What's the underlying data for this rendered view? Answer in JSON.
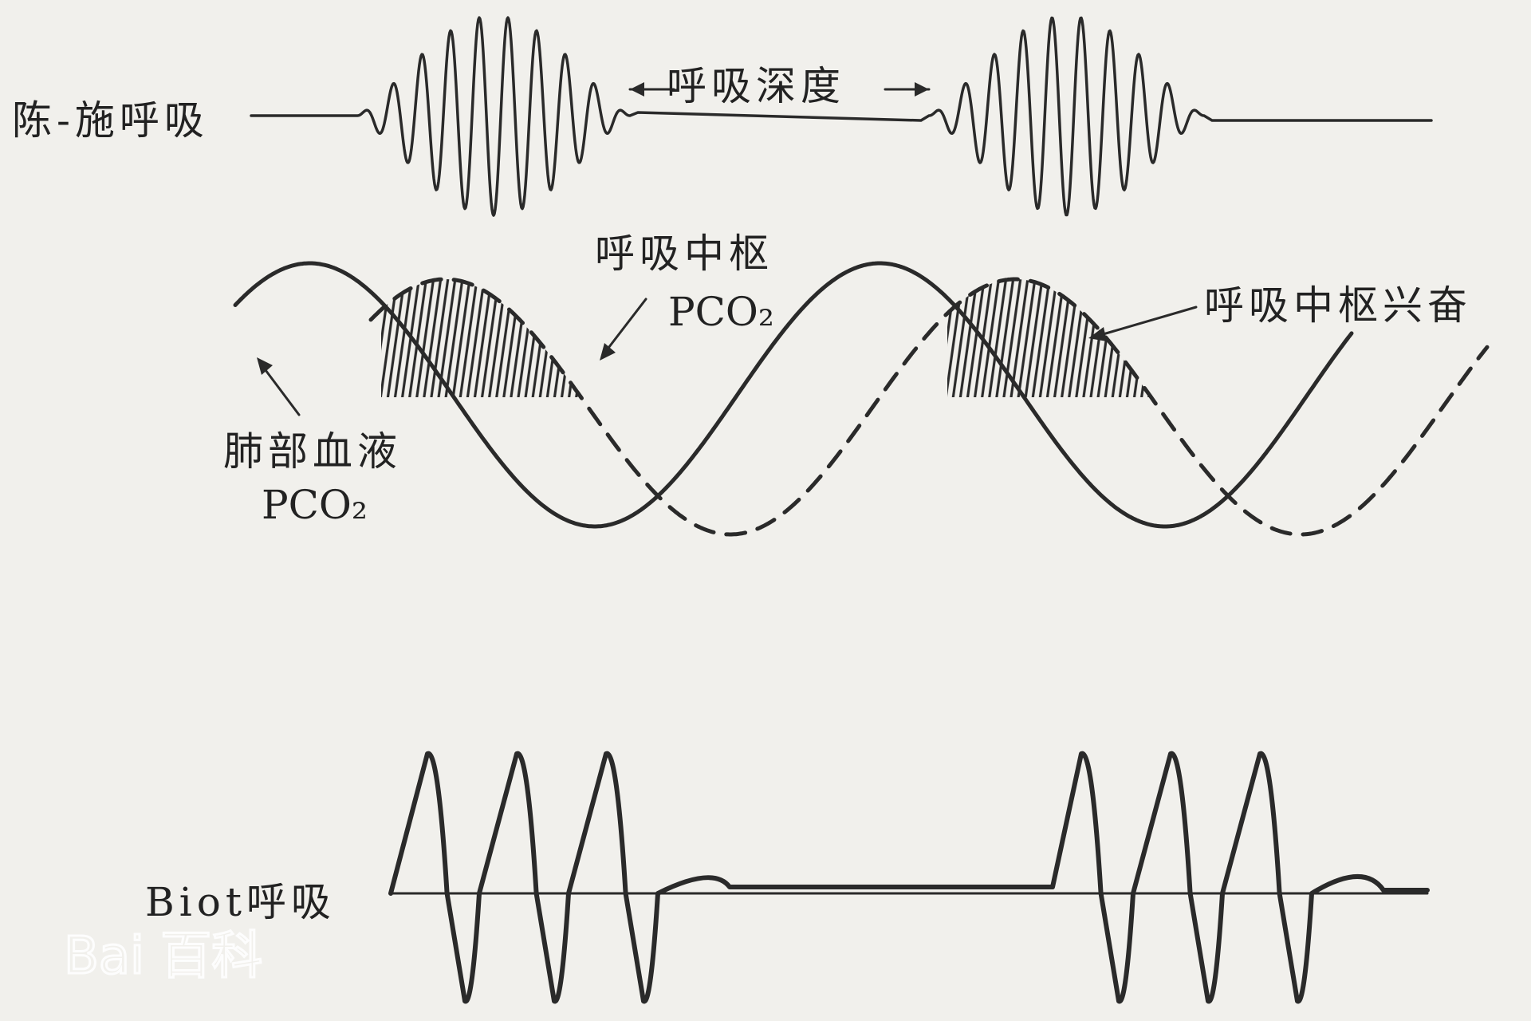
{
  "labels": {
    "cheyne_stokes": "陈-施呼吸",
    "breathing_depth": "呼吸深度",
    "center_pco2_line1": "呼吸中枢",
    "center_pco2_line2": "PCO₂",
    "center_excitation": "呼吸中枢兴奋",
    "lung_blood_pco2_line1": "肺部血液",
    "lung_blood_pco2_line2": "PCO₂",
    "biot": "Biot呼吸"
  },
  "watermark": {
    "text": "Bai 百科"
  },
  "colors": {
    "ink": "#2a2a2a",
    "paper": "#f1f0ec",
    "dashed_ink": "#3a3a3a"
  }
}
